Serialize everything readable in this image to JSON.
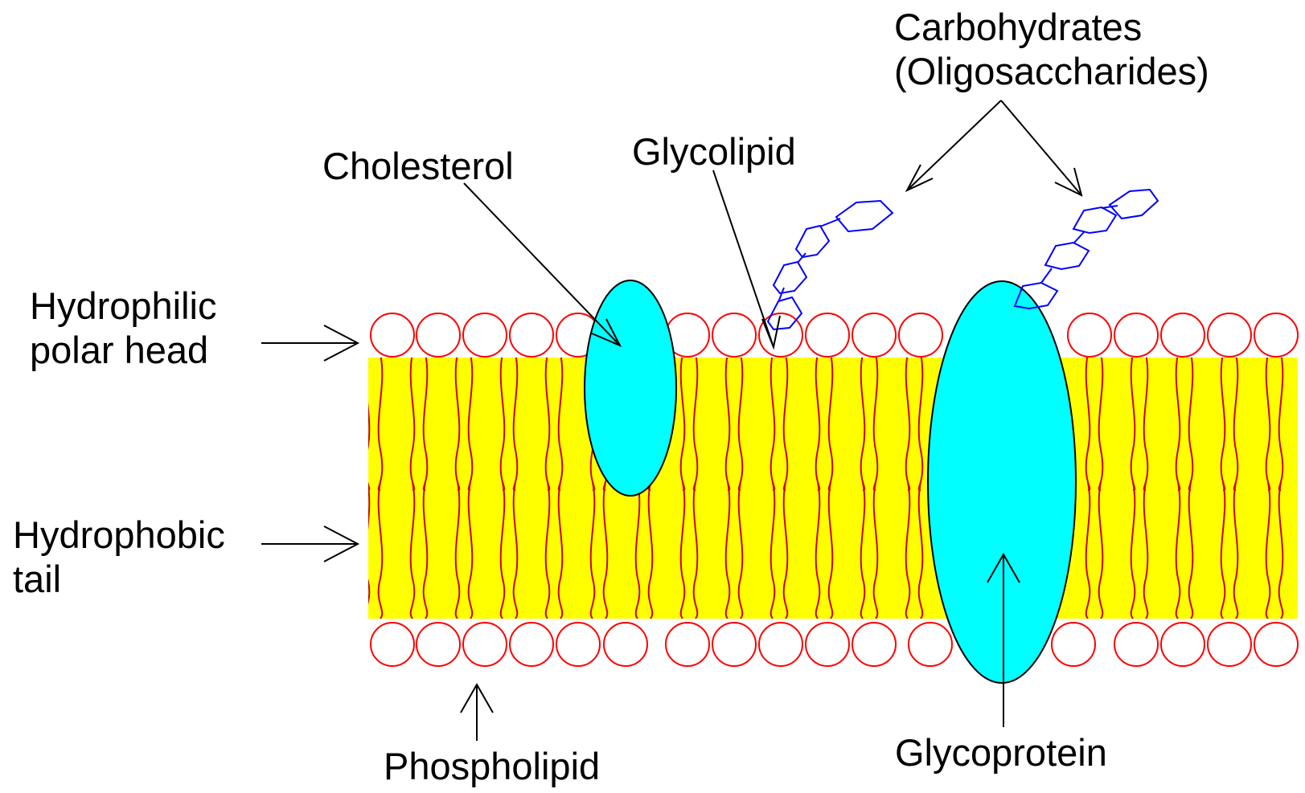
{
  "labels": {
    "hydrophilic_line1": "Hydrophilic",
    "hydrophilic_line2": "polar head",
    "hydrophobic_line1": "Hydrophobic",
    "hydrophobic_line2": "tail",
    "cholesterol": "Cholesterol",
    "glycolipid": "Glycolipid",
    "carbohydrates_line1": "Carbohydrates",
    "carbohydrates_line2": "(Oligosaccharides)",
    "phospholipid": "Phospholipid",
    "glycoprotein": "Glycoprotein"
  },
  "colors": {
    "lipid_core": "#ffff00",
    "phospholipid_head": "#ff0000",
    "tail": "#cc0000",
    "protein_fill": "#00ffff",
    "carbohydrate_chain": "#0000ff",
    "arrow": "#000000"
  }
}
